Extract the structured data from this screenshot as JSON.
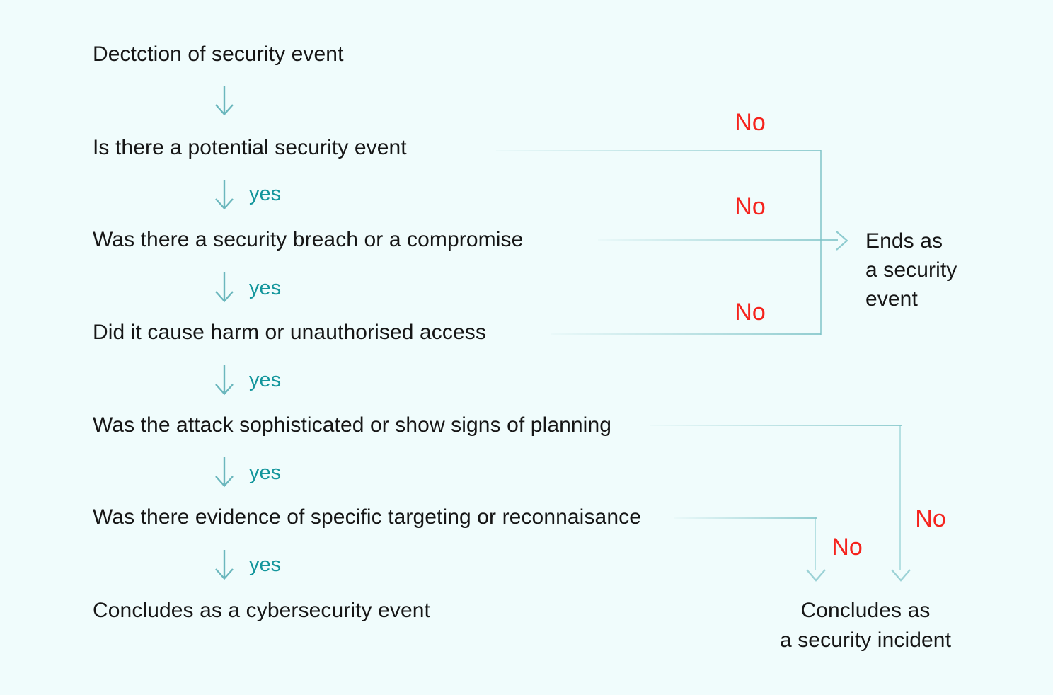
{
  "palette": {
    "background": "#f0fcfc",
    "text": "#161616",
    "yes_teal": "#13969c",
    "connector_teal": "#7cc2c6",
    "no_red": "#f5231d"
  },
  "flow": {
    "nodes": [
      {
        "id": "start",
        "label": "Dectction of security event"
      },
      {
        "id": "q1",
        "label": "Is there a potential security event"
      },
      {
        "id": "q2",
        "label": "Was there a security breach or a compromise"
      },
      {
        "id": "q3",
        "label": "Did it cause harm or unauthorised access"
      },
      {
        "id": "q4",
        "label": "Was the attack sophisticated or show signs of planning"
      },
      {
        "id": "q5",
        "label": "Was there evidence of specific targeting or reconnaisance"
      },
      {
        "id": "end-cybersecurity-event",
        "label": "Concludes as a cybersecurity event"
      },
      {
        "id": "end-security-event",
        "label_lines": [
          "Ends as",
          "a security",
          "event"
        ]
      },
      {
        "id": "end-security-incident",
        "label_lines": [
          "Concludes as",
          "a security incident"
        ]
      }
    ],
    "edges": [
      {
        "from": "start",
        "to": "q1",
        "label": ""
      },
      {
        "from": "q1",
        "to": "q2",
        "label": "yes"
      },
      {
        "from": "q1",
        "to": "end-security-event",
        "label": "No"
      },
      {
        "from": "q2",
        "to": "q3",
        "label": "yes"
      },
      {
        "from": "q2",
        "to": "end-security-event",
        "label": "No"
      },
      {
        "from": "q3",
        "to": "q4",
        "label": "yes"
      },
      {
        "from": "q3",
        "to": "end-security-event",
        "label": "No"
      },
      {
        "from": "q4",
        "to": "q5",
        "label": "yes"
      },
      {
        "from": "q4",
        "to": "end-security-incident",
        "label": "No"
      },
      {
        "from": "q5",
        "to": "end-cybersecurity-event",
        "label": "yes"
      },
      {
        "from": "q5",
        "to": "end-security-incident",
        "label": "No"
      }
    ]
  }
}
